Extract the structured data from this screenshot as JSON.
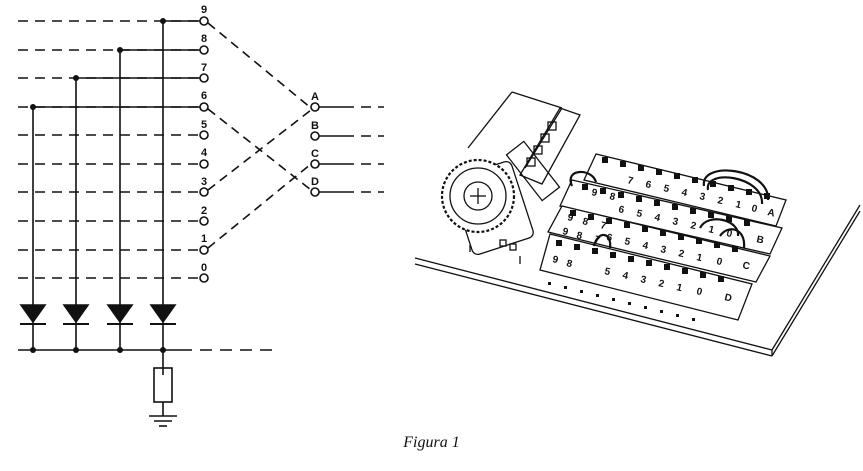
{
  "schematic": {
    "digit_labels": [
      "9",
      "8",
      "7",
      "6",
      "5",
      "4",
      "3",
      "2",
      "1",
      "0"
    ],
    "segment_labels": [
      "A",
      "B",
      "C",
      "D"
    ]
  },
  "board": {
    "row1_pins": [
      "9",
      "8",
      "7",
      "6",
      "5",
      "4",
      "3",
      "2",
      "1",
      "0",
      "A"
    ],
    "row2_pins": [
      "9",
      "8",
      "7",
      "6",
      "5",
      "4",
      "3",
      "2",
      "1",
      "0",
      "B"
    ],
    "row3_pins": [
      "9",
      "8",
      "7",
      "6",
      "5",
      "4",
      "3",
      "2",
      "1",
      "0",
      "C"
    ],
    "row4_pins": [
      "9",
      "8",
      "5",
      "4",
      "3",
      "2",
      "1",
      "0",
      "D"
    ]
  },
  "caption": "Figura 1"
}
